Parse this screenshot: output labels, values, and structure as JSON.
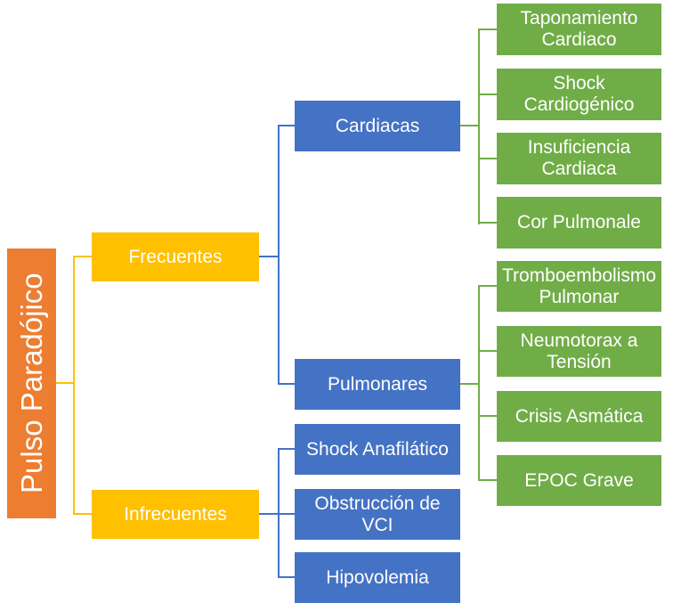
{
  "diagram_type": "hierarchy",
  "colors": {
    "root": "#ED7D31",
    "level1": "#FFC000",
    "level2": "#4472C4",
    "level3": "#70AD47",
    "text": "#FFFFFF",
    "background": "#FFFFFF"
  },
  "tree": {
    "label": "Pulso Paradójico",
    "children": [
      {
        "label": "Frecuentes",
        "children": [
          {
            "label": "Cardiacas",
            "children": [
              {
                "label": "Taponamiento Cardiaco"
              },
              {
                "label": "Shock Cardiogénico"
              },
              {
                "label": "Insuficiencia Cardiaca"
              },
              {
                "label": "Cor Pulmonale"
              }
            ]
          },
          {
            "label": "Pulmonares",
            "children": [
              {
                "label": "Tromboembolismo Pulmonar"
              },
              {
                "label": "Neumotorax a Tensión"
              },
              {
                "label": "Crisis Asmática"
              },
              {
                "label": "EPOC Grave"
              }
            ]
          }
        ]
      },
      {
        "label": "Infrecuentes",
        "children": [
          {
            "label": "Shock Anafilático"
          },
          {
            "label": "Obstrucción de VCI"
          },
          {
            "label": "Hipovolemia"
          }
        ]
      }
    ]
  }
}
